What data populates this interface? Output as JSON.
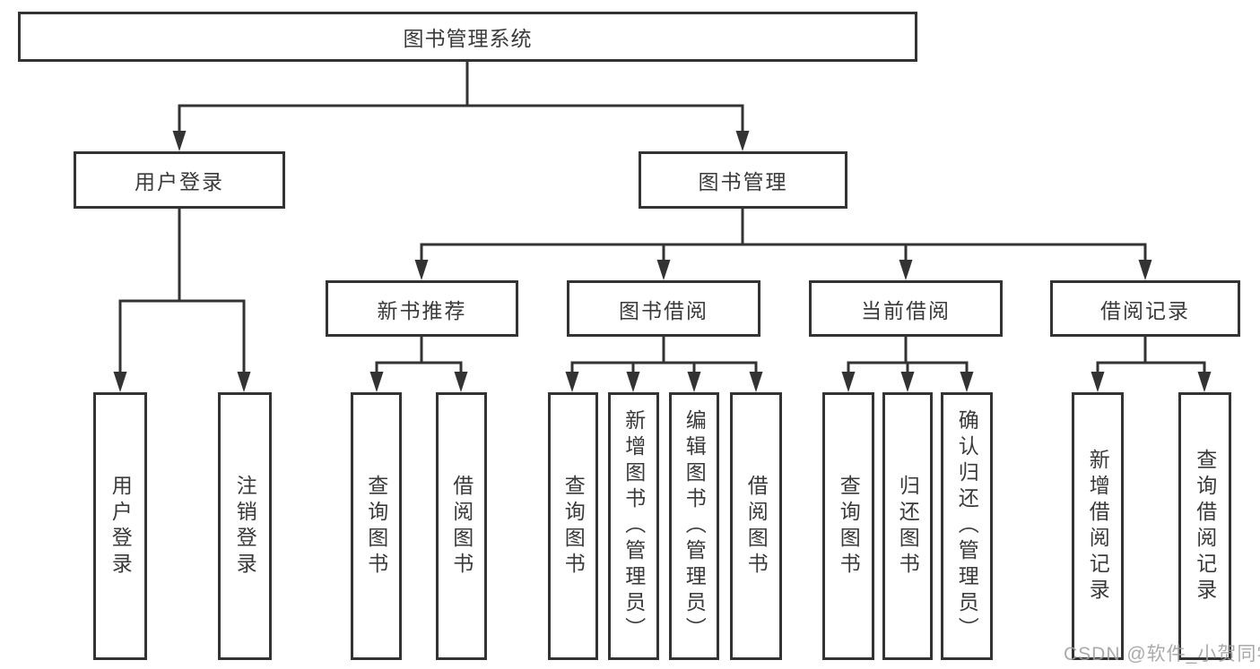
{
  "tree": {
    "label": "图书管理系统",
    "children": [
      {
        "label": "用户登录",
        "children": [
          {
            "label": "用户登录"
          },
          {
            "label": "注销登录"
          }
        ]
      },
      {
        "label": "图书管理",
        "children": [
          {
            "label": "新书推荐",
            "children": [
              {
                "label": "查询图书"
              },
              {
                "label": "借阅图书"
              }
            ]
          },
          {
            "label": "图书借阅",
            "children": [
              {
                "label": "查询图书"
              },
              {
                "label": "新增图书（管理员）"
              },
              {
                "label": "编辑图书（管理员）"
              },
              {
                "label": "借阅图书"
              }
            ]
          },
          {
            "label": "当前借阅",
            "children": [
              {
                "label": "查询图书"
              },
              {
                "label": "归还图书"
              },
              {
                "label": "确认归还（管理员）"
              }
            ]
          },
          {
            "label": "借阅记录",
            "children": [
              {
                "label": "新增借阅记录"
              },
              {
                "label": "查询借阅记录"
              }
            ]
          }
        ]
      }
    ]
  },
  "watermark": "CSDN @软件_小贺同学",
  "colors": {
    "line": "#333333",
    "text": "#3a3a3a",
    "watermark": "#9e9e9e",
    "background": "#ffffff"
  }
}
